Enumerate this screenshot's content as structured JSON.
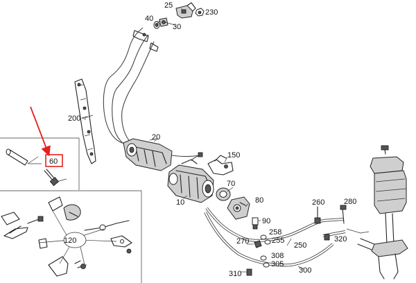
{
  "labels": {
    "l25": "25",
    "l230": "230",
    "l40": "40",
    "l30": "30",
    "l200": "200",
    "l20": "20",
    "l150": "150",
    "l60": "60",
    "l70": "70",
    "l10": "10",
    "l80": "80",
    "l260": "260",
    "l280": "280",
    "l90": "90",
    "l258": "258",
    "l270": "270",
    "l255": "255",
    "l250": "250",
    "l320": "320",
    "l120": "120",
    "l308": "308",
    "l305": "305",
    "l300": "300",
    "l310": "310"
  },
  "colors": {
    "highlight": "#e5201d",
    "line": "#222222",
    "hose": "#444444"
  },
  "callout": {
    "target": "60",
    "style": "red-arrow-and-box"
  }
}
